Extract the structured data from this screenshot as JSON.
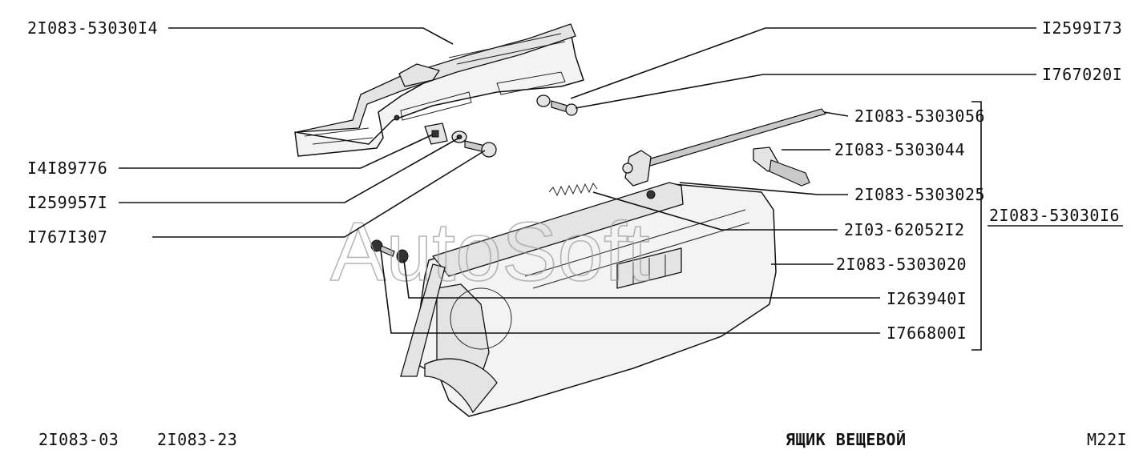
{
  "watermark": "AutoSoft",
  "title": "ЯЩИК ВЕЩЕВОЙ",
  "page_code": "М22I",
  "model_codes": [
    "2I083-03",
    "2I083-23"
  ],
  "assembly_label": "2I083-53030I6",
  "left_labels": [
    {
      "code": "2I083-53030I4"
    },
    {
      "code": "I4I89776"
    },
    {
      "code": "I259957I"
    },
    {
      "code": "I767I307"
    }
  ],
  "right_labels": [
    {
      "code": "I2599I73"
    },
    {
      "code": "I767020I"
    },
    {
      "code": "2I083-5303056"
    },
    {
      "code": "2I083-5303044"
    },
    {
      "code": "2I083-5303025"
    },
    {
      "code": "2I03-62052I2"
    },
    {
      "code": "2I083-5303020"
    },
    {
      "code": "I263940I"
    },
    {
      "code": "I766800I"
    }
  ]
}
